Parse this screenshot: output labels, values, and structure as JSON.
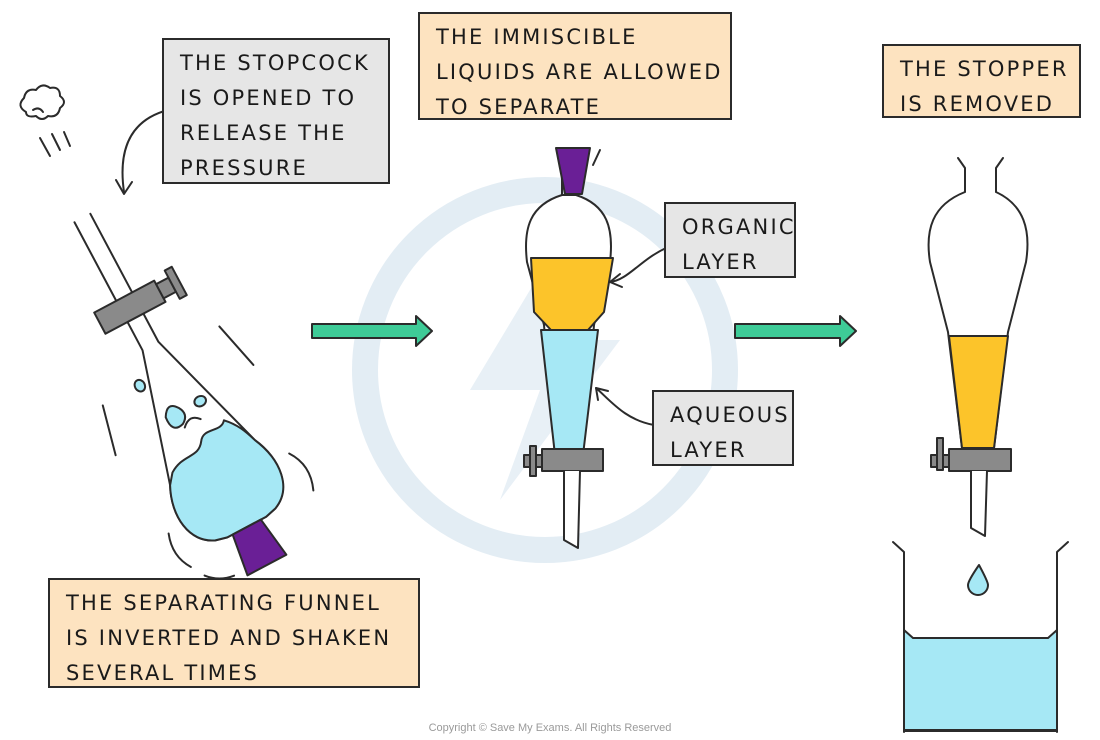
{
  "colors": {
    "outline": "#2b2b2b",
    "aqueous": "#a6e8f5",
    "organic": "#fcc42a",
    "stopper": "#6a1f96",
    "stopcock": "#8a8a8a",
    "arrow": "#3ecb97",
    "label_orange_bg": "#fde3c0",
    "label_grey_bg": "#e6e6e6",
    "watermark": "#e3edf4"
  },
  "labels": {
    "stopcock_opened": [
      "THE STOPCOCK",
      "IS OPENED TO",
      "RELEASE THE",
      "PRESSURE"
    ],
    "immiscible": [
      "THE IMMISCIBLE",
      "LIQUIDS ARE ALLOWED",
      "TO SEPARATE"
    ],
    "stopper_removed": [
      "THE STOPPER",
      "IS REMOVED"
    ],
    "organic_layer": [
      "ORGANIC",
      "LAYER"
    ],
    "aqueous_layer": [
      "AQUEOUS",
      "LAYER"
    ],
    "inverted_shaken": [
      "THE SEPARATING FUNNEL",
      "IS INVERTED AND SHAKEN",
      "SEVERAL TIMES"
    ]
  },
  "copyright": "Copyright © Save My Exams. All Rights Reserved",
  "icons": [
    "gas-puff-icon",
    "arrow-right-icon",
    "droplet-icon",
    "watermark-logo-icon"
  ]
}
